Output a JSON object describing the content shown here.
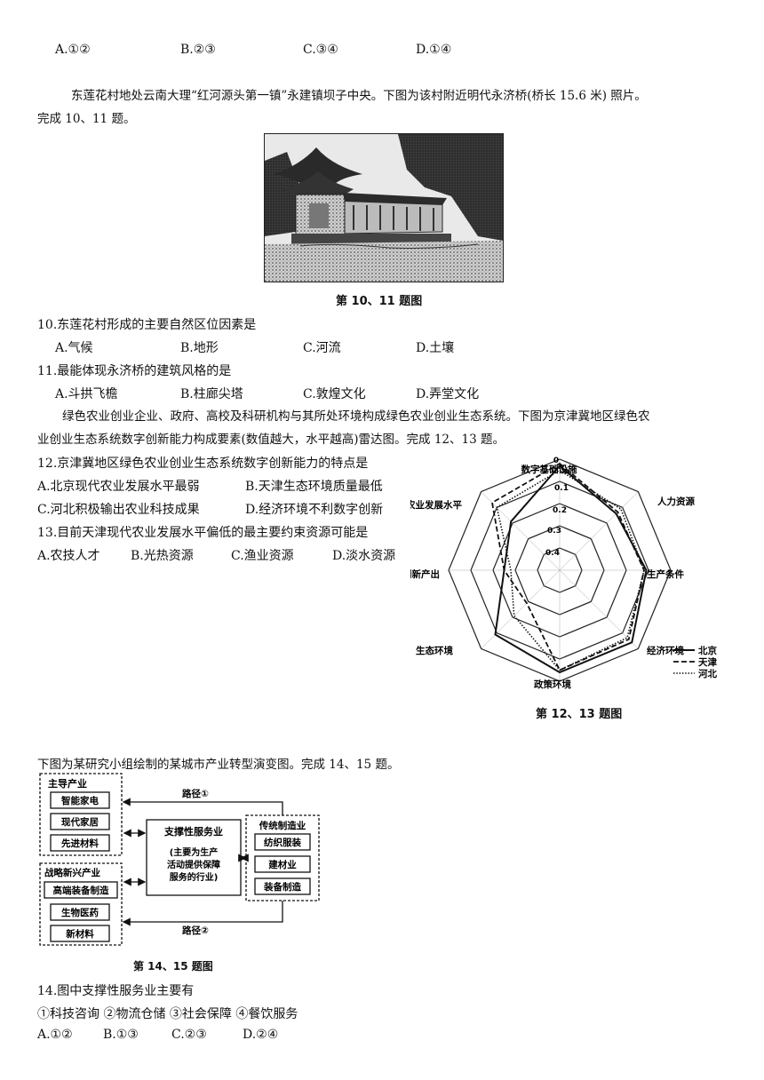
{
  "top_options": [
    "A.①②",
    "B.②③",
    "C.③④",
    "D.①④"
  ],
  "intro1": {
    "line1": "东莲花村地处云南大理“红河源头第一镇”永建镇坝子中央。下图为该村附近明代永济桥(桥长 15.6 米) 照片。",
    "line2": "完成 10、11 题。"
  },
  "photo_caption": "第 10、11 题图",
  "q10": {
    "stem": "10.东莲花村形成的主要自然区位因素是",
    "options": [
      "A.气候",
      "B.地形",
      "C.河流",
      "D.土壤"
    ]
  },
  "q11": {
    "stem": "11.最能体现永济桥的建筑风格的是",
    "options": [
      "A.斗拱飞檐",
      "B.柱廊尖塔",
      "C.敦煌文化",
      "D.弄堂文化"
    ]
  },
  "intro2": {
    "line1": "绿色农业创业企业、政府、高校及科研机构与其所处环境构成绿色农业创业生态系统。下图为京津冀地区绿色农",
    "line2": "业创业生态系统数字创新能力构成要素(数值越大，水平越高)雷达图。完成 12、13 题。"
  },
  "q12": {
    "stem": "12.京津冀地区绿色农业创业生态系统数字创新能力的特点是",
    "options": [
      "A.北京现代农业发展水平最弱",
      "B.天津生态环境质量最低",
      "C.河北积极输出农业科技成果",
      "D.经济环境不利数字创新"
    ]
  },
  "q13": {
    "stem": "13.目前天津现代农业发展水平偏低的最主要约束资源可能是",
    "options": [
      "A.农技人才",
      "B.光热资源",
      "C.渔业资源",
      "D.淡水资源"
    ]
  },
  "chart_data": {
    "type": "radar",
    "axes": [
      "数字基础设施",
      "人力资源",
      "生产条件",
      "经济环境",
      "政策环境",
      "生态环境",
      "创新产出",
      "现代农业发展水平"
    ],
    "tick_labels": [
      "0",
      "0.1",
      "0.2",
      "0.3",
      "0.4"
    ],
    "range": [
      0,
      0.5
    ],
    "direction": "values increase toward center",
    "series": [
      {
        "name": "北京",
        "style": "solid",
        "values": [
          0.03,
          0.14,
          0.11,
          0.04,
          0.04,
          0.09,
          0.25,
          0.19
        ]
      },
      {
        "name": "天津",
        "style": "dashed",
        "values": [
          0.02,
          0.13,
          0.12,
          0.06,
          0.05,
          0.29,
          0.25,
          0.07
        ]
      },
      {
        "name": "河北",
        "style": "dotted",
        "values": [
          0.05,
          0.11,
          0.12,
          0.07,
          0.05,
          0.21,
          0.28,
          0.1
        ]
      }
    ],
    "legend_position": "bottom-right"
  },
  "radar_caption": "第 12、13 题图",
  "intro3": "下图为某研究小组绘制的某城市产业转型演变图。完成 14、15 题。",
  "flow": {
    "leading_title": "主导产业",
    "leading_items": [
      "智能家电",
      "现代家居",
      "先进材料"
    ],
    "support_title": "支撑性服务业",
    "support_desc": [
      "(主要为生产",
      "活动提供保障",
      "服务的行业)"
    ],
    "traditional_title": "传统制造业",
    "traditional_items": [
      "纺织服装",
      "建材业",
      "装备制造"
    ],
    "emerging_title": "战略新兴产业",
    "emerging_items": [
      "高端装备制造",
      "生物医药",
      "新材料"
    ],
    "path1": "路径①",
    "path2": "路径②"
  },
  "flow_caption": "第 14、15 题图",
  "q14": {
    "stem": "14.图中支撑性服务业主要有",
    "items": "①科技咨询 ②物流仓储 ③社会保障 ④餐饮服务",
    "options": [
      "A.①②",
      "B.①③",
      "C.②③",
      "D.②④"
    ]
  }
}
